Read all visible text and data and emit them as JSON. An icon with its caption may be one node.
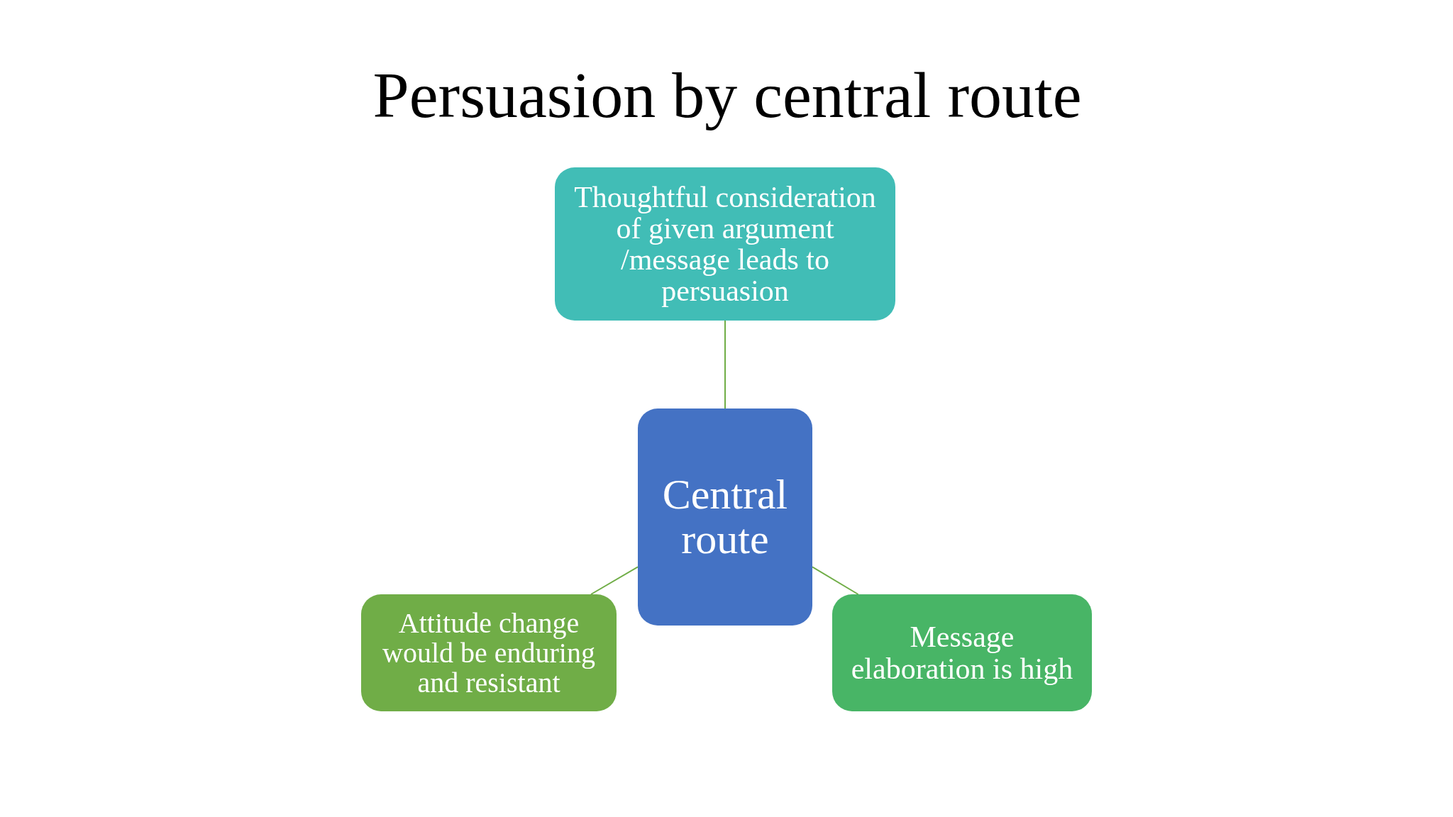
{
  "diagram": {
    "title": "Persuasion by central route",
    "nodes": [
      {
        "text": [
          "Thoughtful consideration of given argument /message leads to persuasion"
        ]
      },
      {
        "text": [
          "Central route"
        ]
      },
      {
        "text": [
          "Attitude change would be enduring and resistant"
        ]
      },
      {
        "text": [
          "Message elaboration is high"
        ]
      }
    ],
    "edges": [
      {
        "from": 1,
        "to": 0,
        "arrow": "none"
      },
      {
        "from": 1,
        "to": 2,
        "arrow": "none"
      },
      {
        "from": 1,
        "to": 3,
        "arrow": "none"
      }
    ]
  }
}
